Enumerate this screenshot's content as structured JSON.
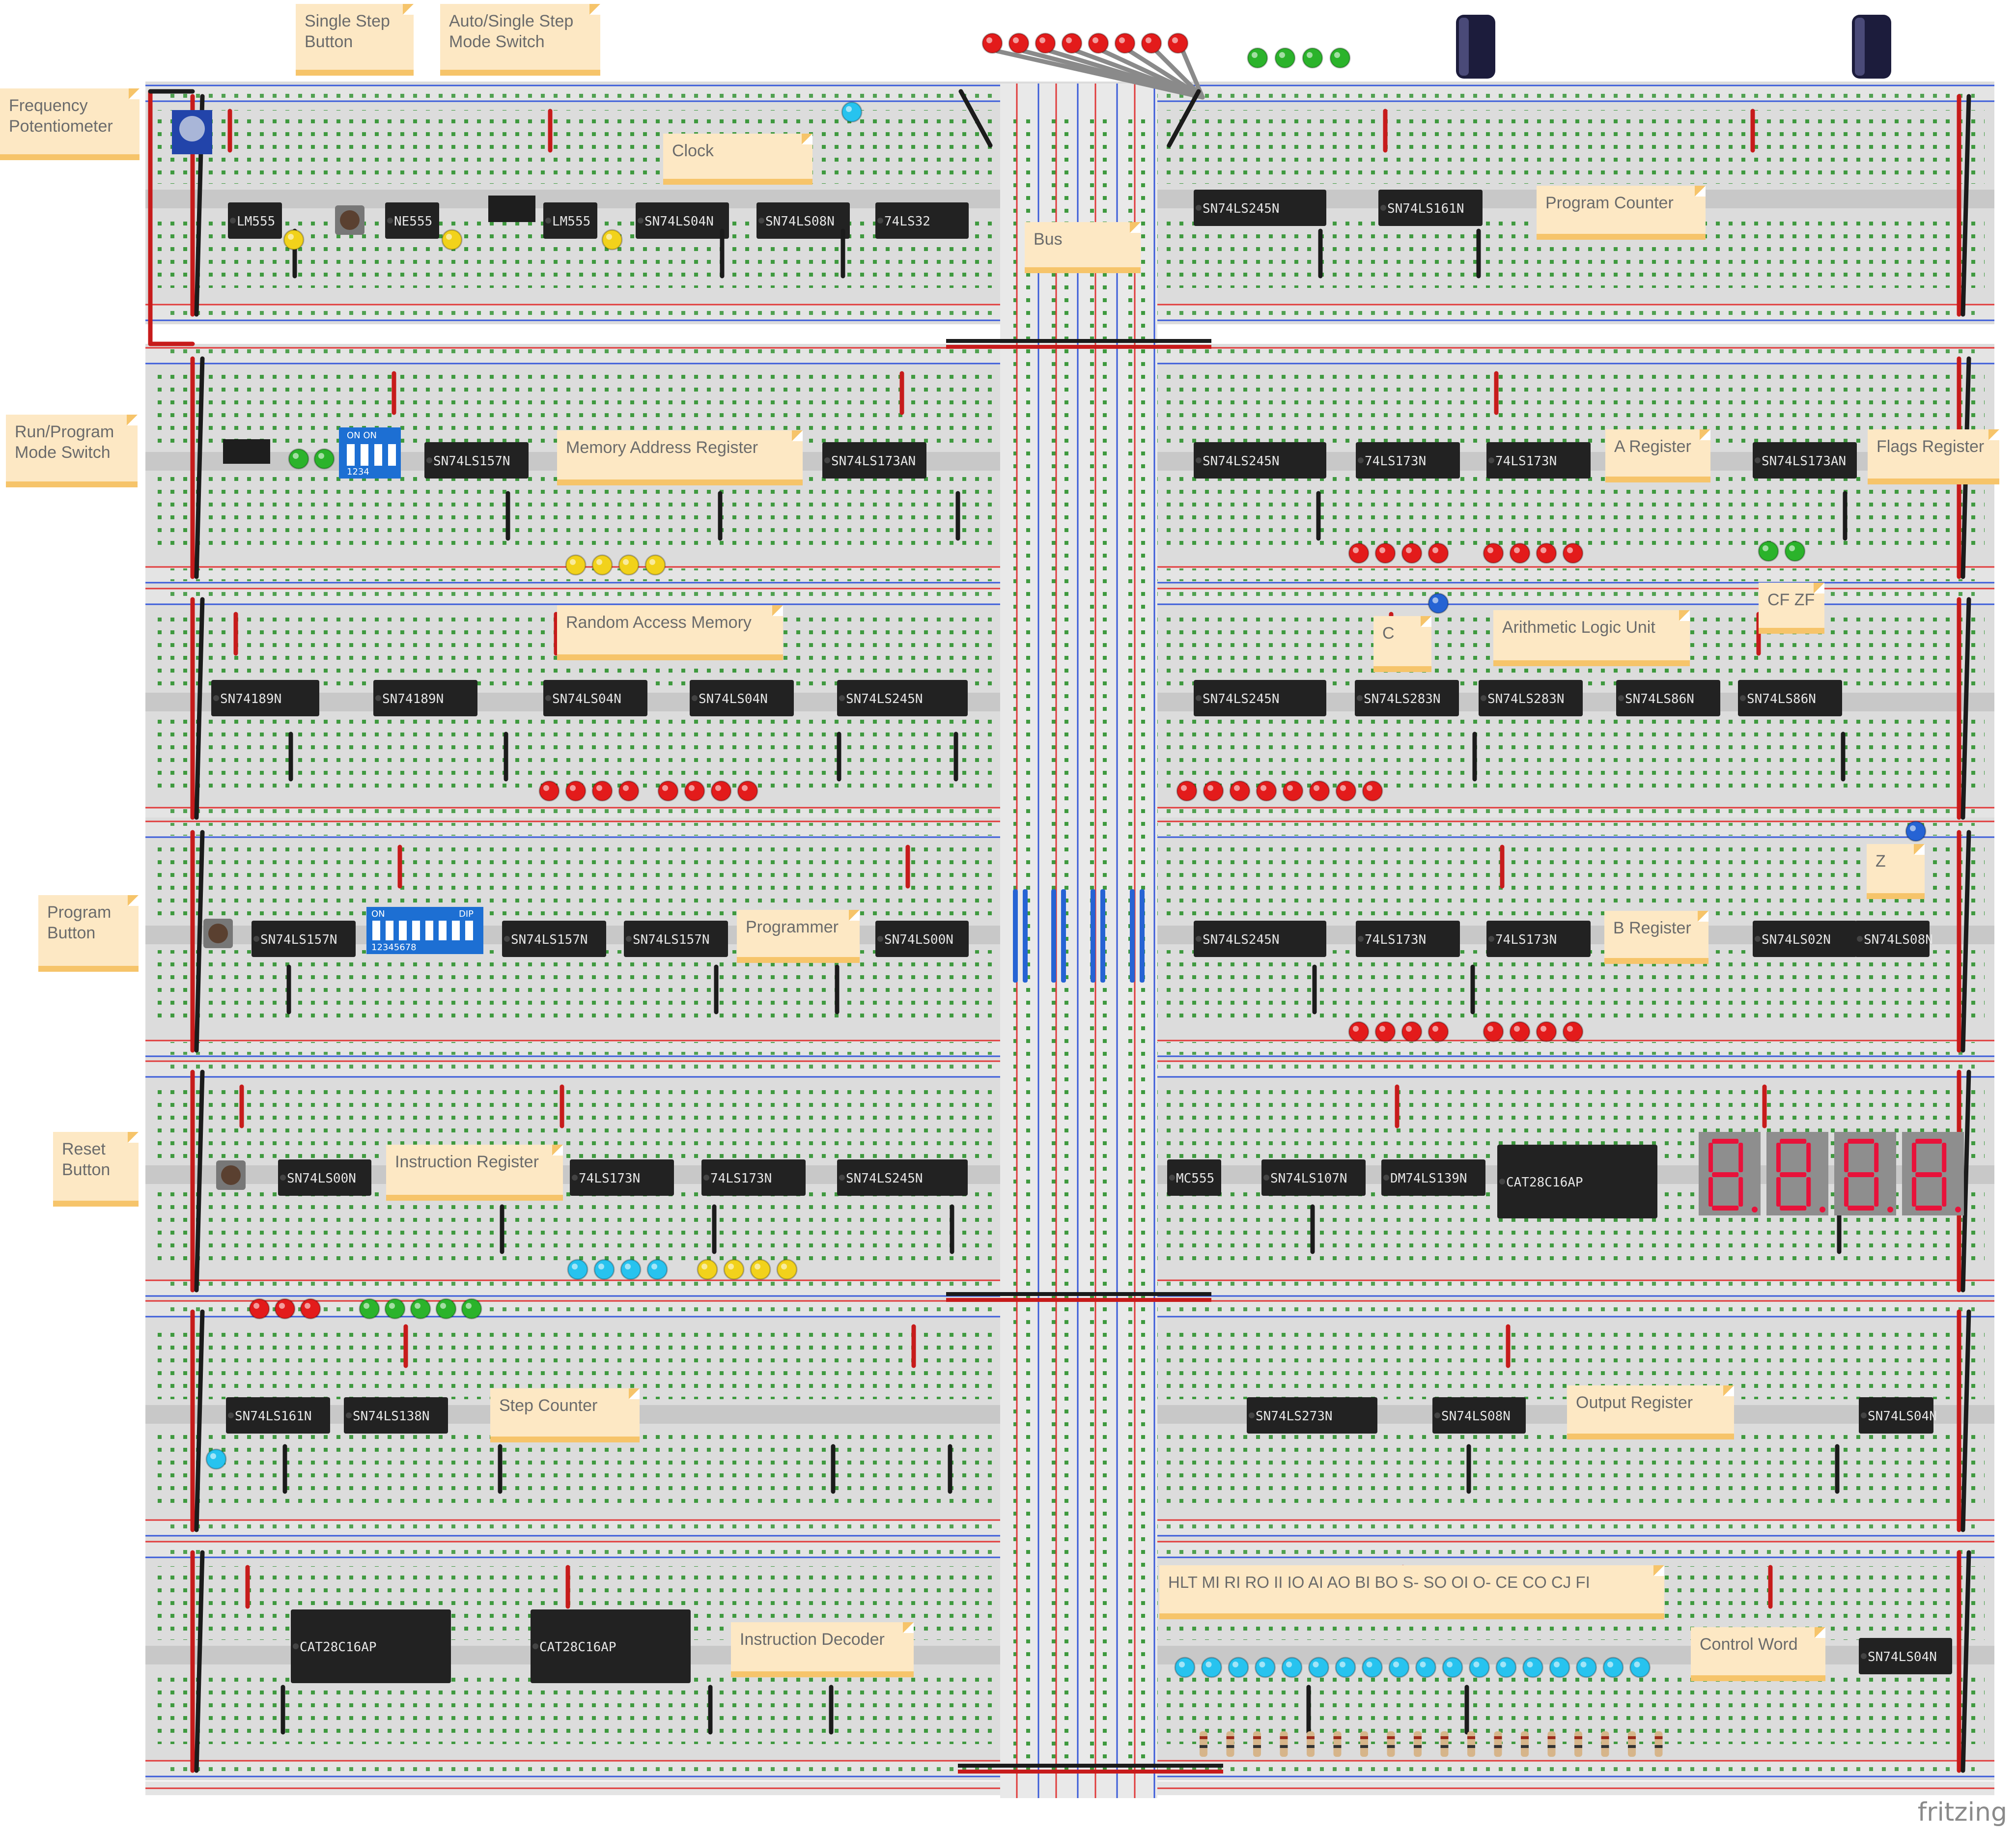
{
  "labels": {
    "single_step_button": "Single Step\nButton",
    "auto_single_switch": "Auto/Single Step\nMode Switch",
    "frequency_pot": "Frequency\nPotentiometer",
    "clock": "Clock",
    "bus": "Bus",
    "program_counter": "Program Counter",
    "run_program_switch": "Run/Program\nMode Switch",
    "memory_address_register": "Memory Address Register",
    "a_register": "A Register",
    "flags_register": "Flags Register",
    "random_access_memory": "Random Access Memory",
    "c_flag": "C",
    "arithmetic_logic_unit": "Arithmetic Logic Unit",
    "cf_zf": "CF ZF",
    "z_flag": "Z",
    "program_button": "Program\nButton",
    "programmer": "Programmer",
    "b_register": "B Register",
    "reset_button": "Reset\nButton",
    "instruction_register": "Instruction Register",
    "step_counter": "Step Counter",
    "output_register": "Output Register",
    "instruction_decoder": "Instruction Decoder",
    "control_signals": "HLT MI RI  RO  II  IO  AI  AO BI BO S-  SO OI  O-  CE  CO CJ  FI",
    "control_word": "Control Word"
  },
  "chips": [
    {
      "name": "LM555",
      "row": 0
    },
    {
      "name": "NE555",
      "row": 0
    },
    {
      "name": "LM555",
      "row": 0
    },
    {
      "name": "SN74LS04N",
      "row": 0
    },
    {
      "name": "SN74LS08N",
      "row": 0
    },
    {
      "name": "74LS32",
      "row": 0
    },
    {
      "name": "SN74LS245N",
      "row": 0
    },
    {
      "name": "SN74LS161N",
      "row": 0
    },
    {
      "name": "SN74LS157N",
      "row": 1
    },
    {
      "name": "SN74LS173AN",
      "row": 1
    },
    {
      "name": "SN74LS245N",
      "row": 1
    },
    {
      "name": "74LS173N",
      "row": 1
    },
    {
      "name": "74LS173N",
      "row": 1
    },
    {
      "name": "SN74LS173AN",
      "row": 1
    },
    {
      "name": "SN74189N",
      "row": 2
    },
    {
      "name": "SN74189N",
      "row": 2
    },
    {
      "name": "SN74LS04N",
      "row": 2
    },
    {
      "name": "SN74LS04N",
      "row": 2
    },
    {
      "name": "SN74LS245N",
      "row": 2
    },
    {
      "name": "SN74LS245N",
      "row": 2
    },
    {
      "name": "SN74LS283N",
      "row": 2
    },
    {
      "name": "SN74LS283N",
      "row": 2
    },
    {
      "name": "SN74LS86N",
      "row": 2
    },
    {
      "name": "SN74LS86N",
      "row": 2
    },
    {
      "name": "SN74LS157N",
      "row": 3
    },
    {
      "name": "SN74LS157N",
      "row": 3
    },
    {
      "name": "SN74LS157N",
      "row": 3
    },
    {
      "name": "SN74LS00N",
      "row": 3
    },
    {
      "name": "SN74LS245N",
      "row": 3
    },
    {
      "name": "74LS173N",
      "row": 3
    },
    {
      "name": "74LS173N",
      "row": 3
    },
    {
      "name": "SN74LS02N",
      "row": 3
    },
    {
      "name": "SN74LS08N",
      "row": 3
    },
    {
      "name": "SN74LS00N",
      "row": 4
    },
    {
      "name": "74LS173N",
      "row": 4
    },
    {
      "name": "74LS173N",
      "row": 4
    },
    {
      "name": "SN74LS245N",
      "row": 4
    },
    {
      "name": "MC555",
      "row": 4
    },
    {
      "name": "SN74LS107N",
      "row": 4
    },
    {
      "name": "DM74LS139N",
      "row": 4
    },
    {
      "name": "CAT28C16AP",
      "row": 4
    },
    {
      "name": "SN74LS161N",
      "row": 5
    },
    {
      "name": "SN74LS138N",
      "row": 5
    },
    {
      "name": "SN74LS273N",
      "row": 5
    },
    {
      "name": "SN74LS08N",
      "row": 5
    },
    {
      "name": "SN74LS04N",
      "row": 5
    },
    {
      "name": "CAT28C16AP",
      "row": 6
    },
    {
      "name": "CAT28C16AP",
      "row": 6
    },
    {
      "name": "SN74LS04N",
      "row": 6
    }
  ],
  "dip_labels": {
    "on": "ON",
    "dip": "DIP",
    "four": "1234",
    "eight": "12345678"
  },
  "display_digits": "8.8.8.8.",
  "brand": "fritzing",
  "colors": {
    "board": "#dcdcdc",
    "board_strip": "#c8c8c8",
    "hole": "#3f9a3f",
    "hole_empty": "#9a9a9a",
    "rail_red": "#e03a3a",
    "rail_blue": "#3a5bd9",
    "chip": "#222222",
    "chip_text": "#e6e6e6",
    "led_red": "#e31b1b",
    "led_green": "#2bb32b",
    "led_yellow": "#f2d21b",
    "led_blue": "#27c3ef",
    "wire_red": "#c71b1b",
    "wire_black": "#1b1b1b",
    "wire_blue": "#2663d4",
    "seg_red": "#e8123a",
    "seg_bg": "#8e8e8e"
  }
}
